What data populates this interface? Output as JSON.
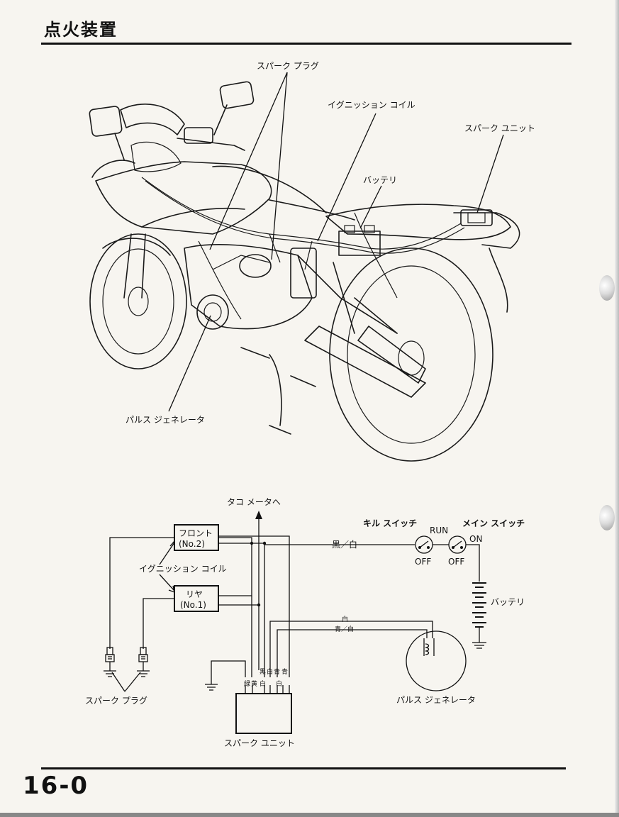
{
  "header": {
    "title": "点火装置"
  },
  "illustration": {
    "labels": {
      "spark_plug": "スパーク プラグ",
      "ignition_coil": "イグニッション コイル",
      "spark_unit": "スパーク ユニット",
      "battery": "バッテリ",
      "pulse_generator": "パルス ジェネレータ"
    }
  },
  "schematic": {
    "tachometer": "タコ メータへ",
    "coil_front_name": "フロント",
    "coil_front_no": "(No.2)",
    "coil_rear_name": "リヤ",
    "coil_rear_no": "(No.1)",
    "ignition_coil": "イグニッション コイル",
    "wire_black_white": "黒／白",
    "wire_white": "白",
    "wire_blue_white": "青／白",
    "kill_switch": "キル スイッチ",
    "main_switch": "メイン スイッチ",
    "run": "RUN",
    "on": "ON",
    "off_kill": "OFF",
    "off_main": "OFF",
    "battery": "バッテリ",
    "pulse_generator": "パルス ジェネレータ",
    "spark_plug": "スパーク プラグ",
    "spark_unit": "スパーク ユニット",
    "unit_terminals_top": [
      "黒",
      "白",
      "青",
      "青"
    ],
    "unit_terminals_bottom": [
      "緑",
      "黄",
      "白",
      "",
      "白"
    ]
  },
  "footer": {
    "page_number": "16-0"
  }
}
